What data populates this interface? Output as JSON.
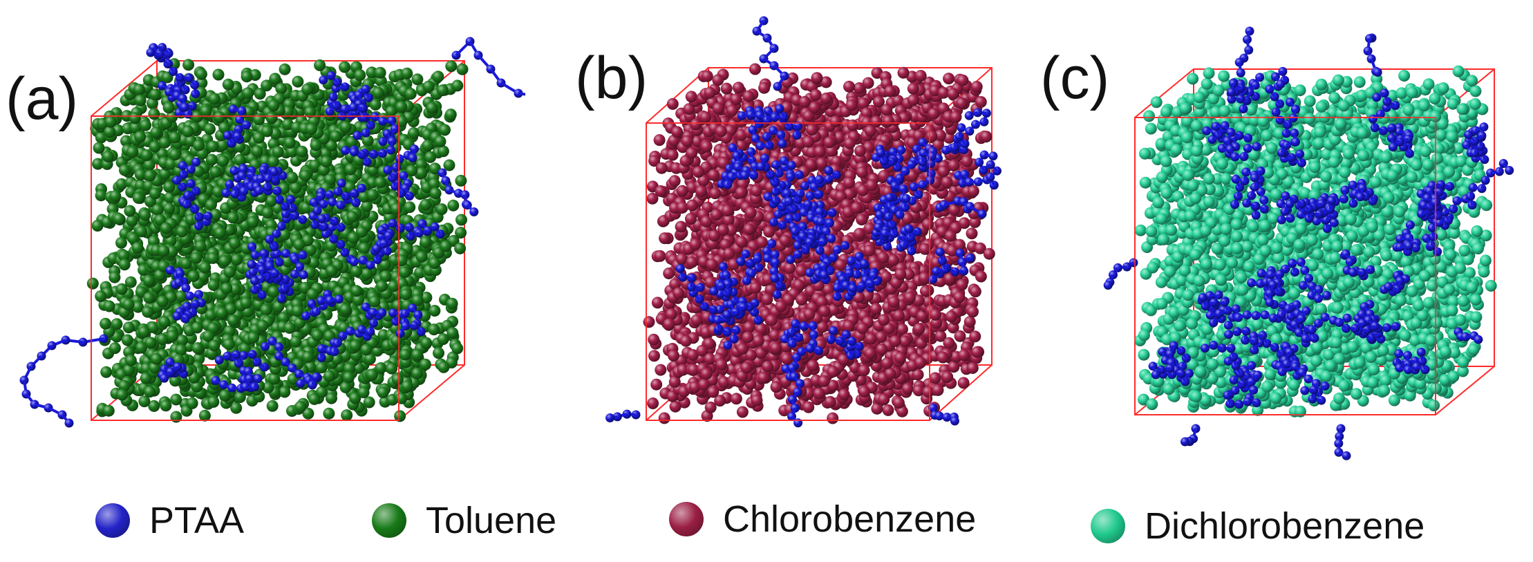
{
  "panels": [
    {
      "label": "(a)",
      "solvent_color": "#1e7d1e"
    },
    {
      "label": "(b)",
      "solvent_color": "#a3204a"
    },
    {
      "label": "(c)",
      "solvent_color": "#2ad39a"
    }
  ],
  "polymer_color": "#1a1ad8",
  "box_color": "#ff2a2a",
  "legend": [
    {
      "label": "PTAA",
      "color": "#2323c8",
      "icon": "polymer-bead-icon"
    },
    {
      "label": "Toluene",
      "color": "#177a17",
      "icon": "toluene-sphere-icon"
    },
    {
      "label": "Chlorobenzene",
      "color": "#9b1f45",
      "icon": "chlorobenzene-sphere-icon"
    },
    {
      "label": "Dichlorobenzene",
      "color": "#20c98d",
      "icon": "dichlorobenzene-sphere-icon"
    }
  ]
}
